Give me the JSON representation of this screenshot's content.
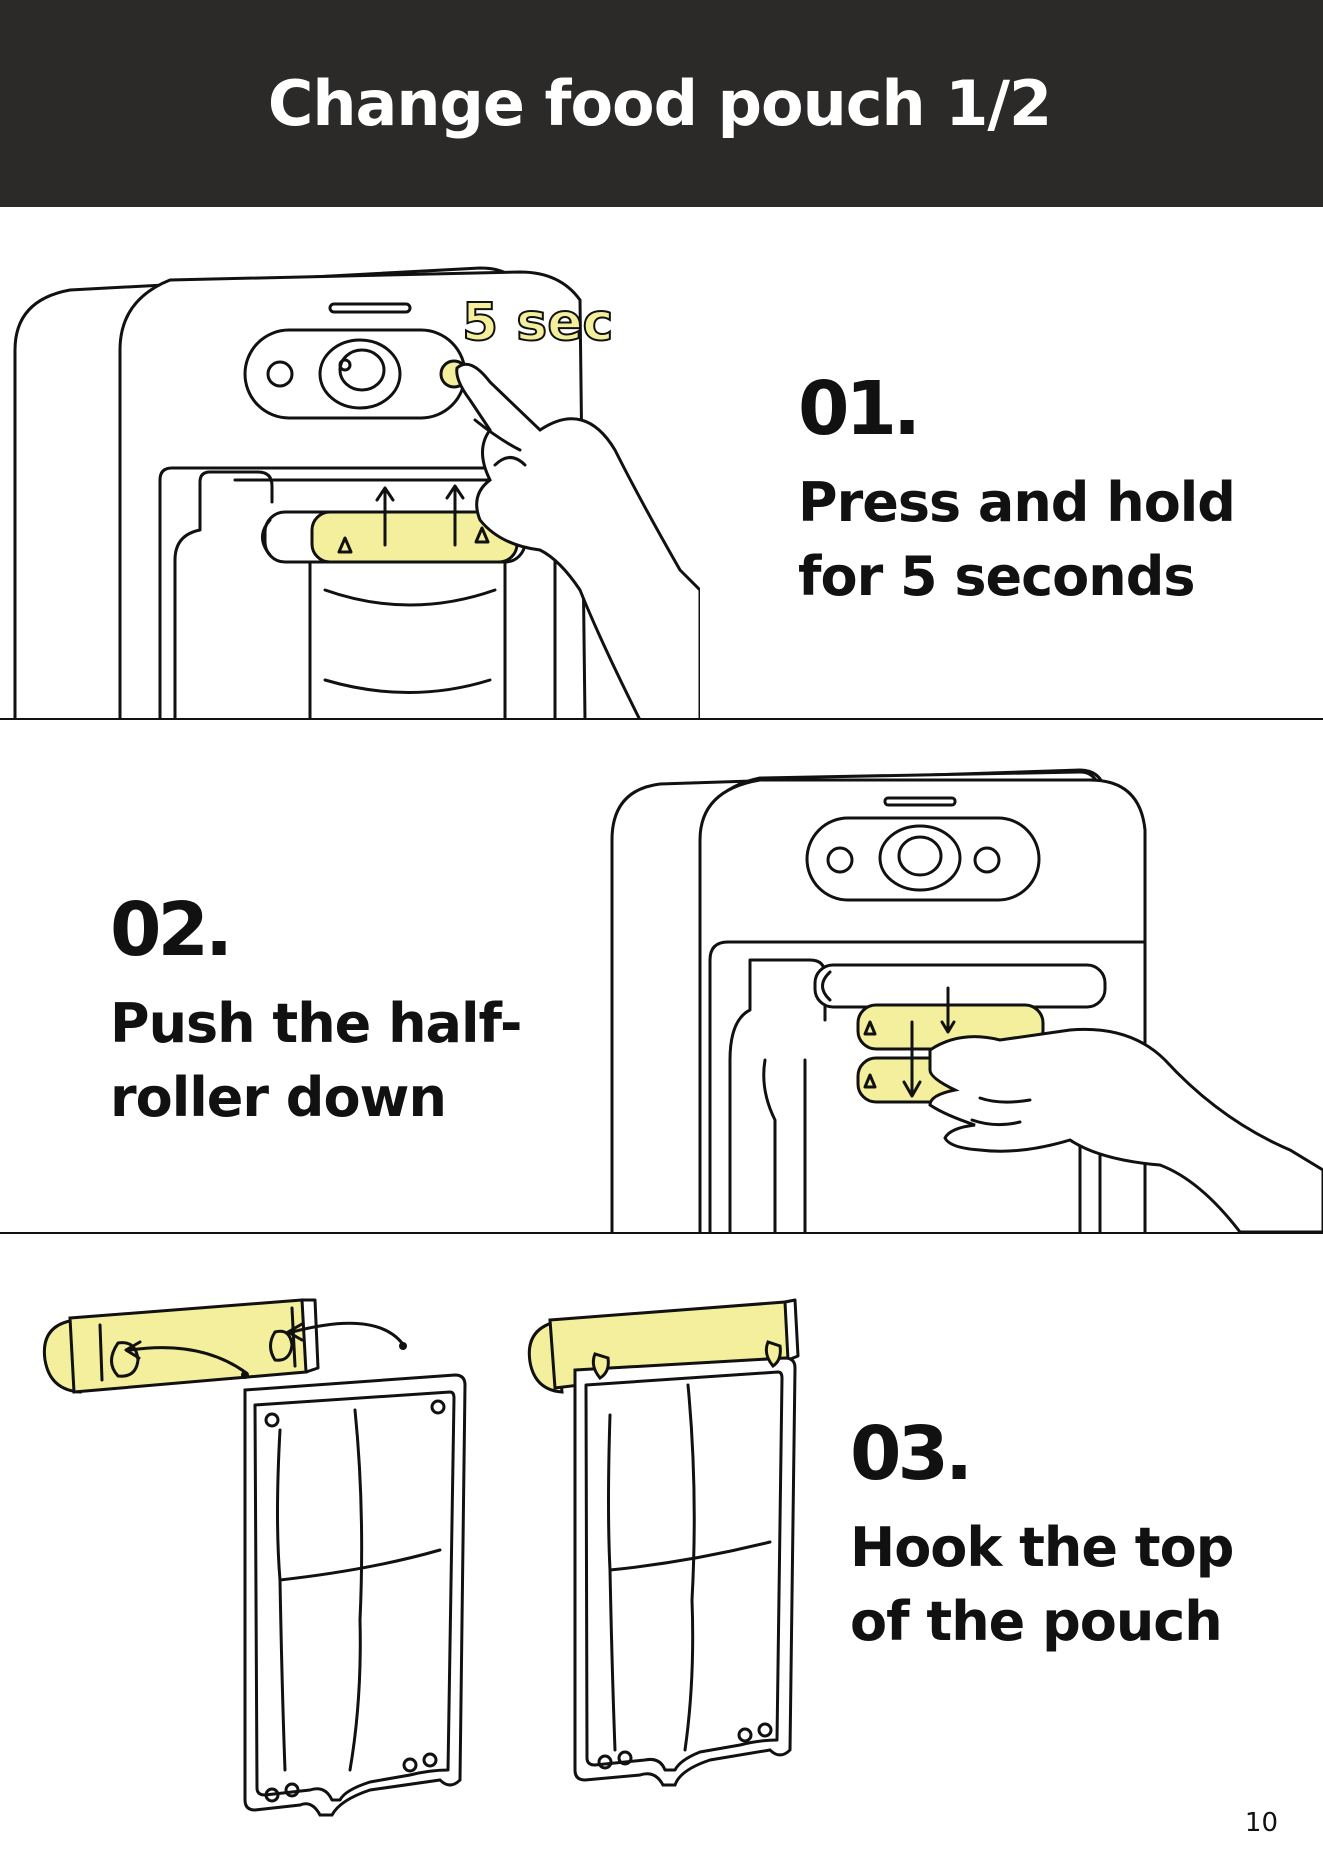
{
  "header": {
    "title": "Change food pouch 1/2"
  },
  "steps": [
    {
      "number": "01.",
      "line1": "Press and hold",
      "line2": "for 5 seconds"
    },
    {
      "number": "02.",
      "line1": "Push the half-",
      "line2": "roller down"
    },
    {
      "number": "03.",
      "line1": "Hook the top",
      "line2": "of the pouch"
    }
  ],
  "illustration": {
    "timer_label": "5 sec",
    "accent_color": "#f3ef9c"
  },
  "footer": {
    "page_number": "10"
  }
}
